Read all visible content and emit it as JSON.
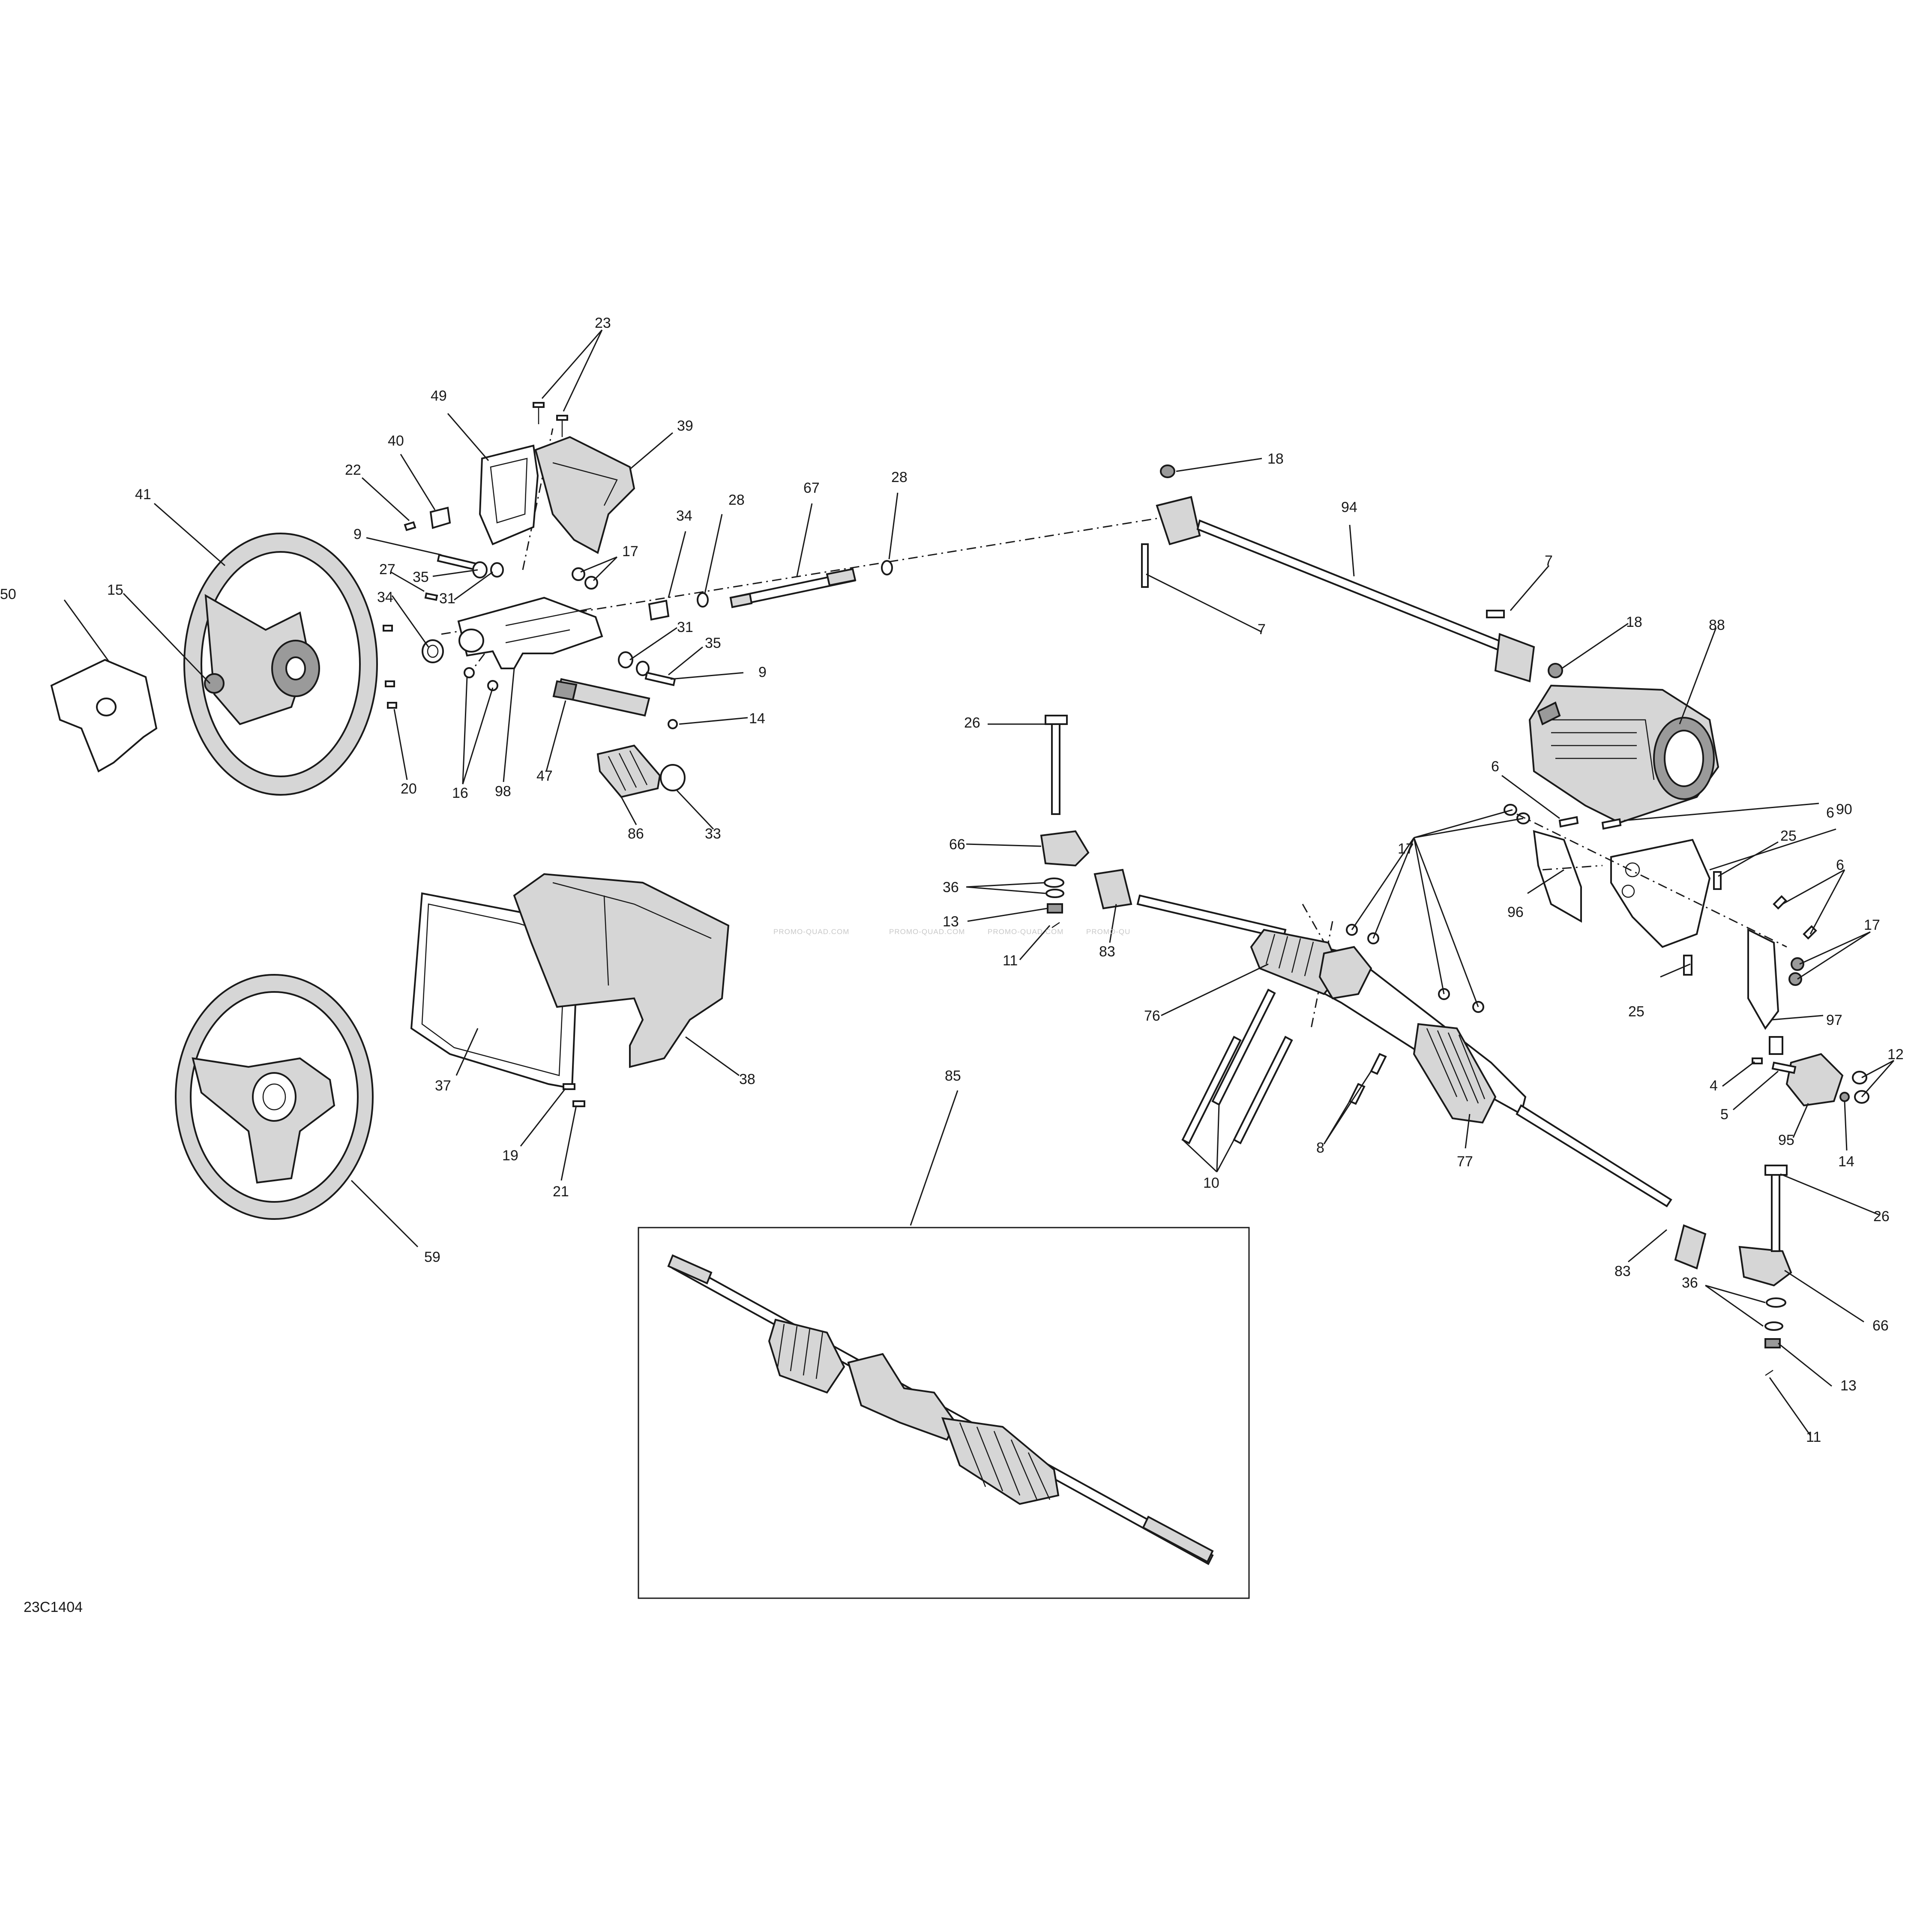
{
  "diagram": {
    "code": "23C1404",
    "watermark": [
      "PROMO-QUAD.COM",
      "PROMO-QUAD.COM",
      "PROMO-QUAD.COM",
      "PROMO-QU"
    ],
    "callouts": [
      {
        "id": "c23",
        "label": "23"
      },
      {
        "id": "c49",
        "label": "49"
      },
      {
        "id": "c39",
        "label": "39"
      },
      {
        "id": "c40",
        "label": "40"
      },
      {
        "id": "c22",
        "label": "22"
      },
      {
        "id": "c41",
        "label": "41"
      },
      {
        "id": "c9a",
        "label": "9"
      },
      {
        "id": "c17a",
        "label": "17"
      },
      {
        "id": "c34a",
        "label": "34"
      },
      {
        "id": "c28a",
        "label": "28"
      },
      {
        "id": "c67",
        "label": "67"
      },
      {
        "id": "c28b",
        "label": "28"
      },
      {
        "id": "c18a",
        "label": "18"
      },
      {
        "id": "c94",
        "label": "94"
      },
      {
        "id": "c7a",
        "label": "7"
      },
      {
        "id": "c7b",
        "label": "7"
      },
      {
        "id": "c18b",
        "label": "18"
      },
      {
        "id": "c88",
        "label": "88"
      },
      {
        "id": "c50",
        "label": "50"
      },
      {
        "id": "c15",
        "label": "15"
      },
      {
        "id": "c27",
        "label": "27"
      },
      {
        "id": "c35a",
        "label": "35"
      },
      {
        "id": "c31a",
        "label": "31"
      },
      {
        "id": "c34b",
        "label": "34"
      },
      {
        "id": "c31b",
        "label": "31"
      },
      {
        "id": "c35b",
        "label": "35"
      },
      {
        "id": "c9b",
        "label": "9"
      },
      {
        "id": "c14a",
        "label": "14"
      },
      {
        "id": "c16",
        "label": "16"
      },
      {
        "id": "c20",
        "label": "20"
      },
      {
        "id": "c98",
        "label": "98"
      },
      {
        "id": "c47",
        "label": "47"
      },
      {
        "id": "c86",
        "label": "86"
      },
      {
        "id": "c33",
        "label": "33"
      },
      {
        "id": "c26a",
        "label": "26"
      },
      {
        "id": "c66a",
        "label": "66"
      },
      {
        "id": "c36a",
        "label": "36"
      },
      {
        "id": "c13a",
        "label": "13"
      },
      {
        "id": "c11a",
        "label": "11"
      },
      {
        "id": "c83a",
        "label": "83"
      },
      {
        "id": "c76",
        "label": "76"
      },
      {
        "id": "c17b",
        "label": "17"
      },
      {
        "id": "c6a",
        "label": "6"
      },
      {
        "id": "c6b",
        "label": "6"
      },
      {
        "id": "c90",
        "label": "90"
      },
      {
        "id": "c25a",
        "label": "25"
      },
      {
        "id": "c96",
        "label": "96"
      },
      {
        "id": "c6c",
        "label": "6"
      },
      {
        "id": "c17c",
        "label": "17"
      },
      {
        "id": "c25b",
        "label": "25"
      },
      {
        "id": "c97",
        "label": "97"
      },
      {
        "id": "c12",
        "label": "12"
      },
      {
        "id": "c4",
        "label": "4"
      },
      {
        "id": "c5",
        "label": "5"
      },
      {
        "id": "c95",
        "label": "95"
      },
      {
        "id": "c14b",
        "label": "14"
      },
      {
        "id": "c37",
        "label": "37"
      },
      {
        "id": "c38",
        "label": "38"
      },
      {
        "id": "c19",
        "label": "19"
      },
      {
        "id": "c21",
        "label": "21"
      },
      {
        "id": "c59",
        "label": "59"
      },
      {
        "id": "c85",
        "label": "85"
      },
      {
        "id": "c10",
        "label": "10"
      },
      {
        "id": "c8",
        "label": "8"
      },
      {
        "id": "c77",
        "label": "77"
      },
      {
        "id": "c26b",
        "label": "26"
      },
      {
        "id": "c83b",
        "label": "83"
      },
      {
        "id": "c36b",
        "label": "36"
      },
      {
        "id": "c66b",
        "label": "66"
      },
      {
        "id": "c13b",
        "label": "13"
      },
      {
        "id": "c11b",
        "label": "11"
      }
    ]
  }
}
